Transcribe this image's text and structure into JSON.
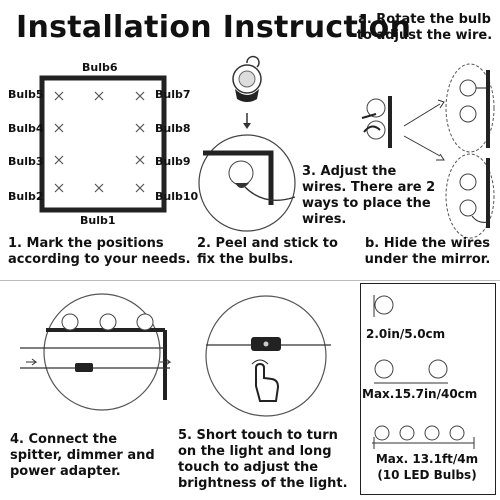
{
  "title": "Installation Instruction",
  "bulb_labels": {
    "bulb1": "Bulb1",
    "bulb2": "Bulb2",
    "bulb3": "Bulb3",
    "bulb4": "Bulb4",
    "bulb5": "Bulb5",
    "bulb6": "Bulb6",
    "bulb7": "Bulb7",
    "bulb8": "Bulb8",
    "bulb9": "Bulb9",
    "bulb10": "Bulb10"
  },
  "steps": {
    "step1": "1. Mark the positions according to your needs.",
    "step2": "2. Peel and stick to fix the bulbs.",
    "step3": "3. Adjust the wires. There are 2 ways to place the wires.",
    "step_a": "a. Rotate the bulb to adjust the wire.",
    "step_b": "b. Hide the wires under the mirror.",
    "step4": "4. Connect the spitter, dimmer and power adapter.",
    "step5": "5. Short touch to turn on the light and long touch to adjust the brightness of the light."
  },
  "specs": {
    "diameter": "2.0in/5.0cm",
    "spacing": "Max.15.7in/40cm",
    "total_line1": "Max. 13.1ft/4m",
    "total_line2": "(10 LED Bulbs)"
  }
}
